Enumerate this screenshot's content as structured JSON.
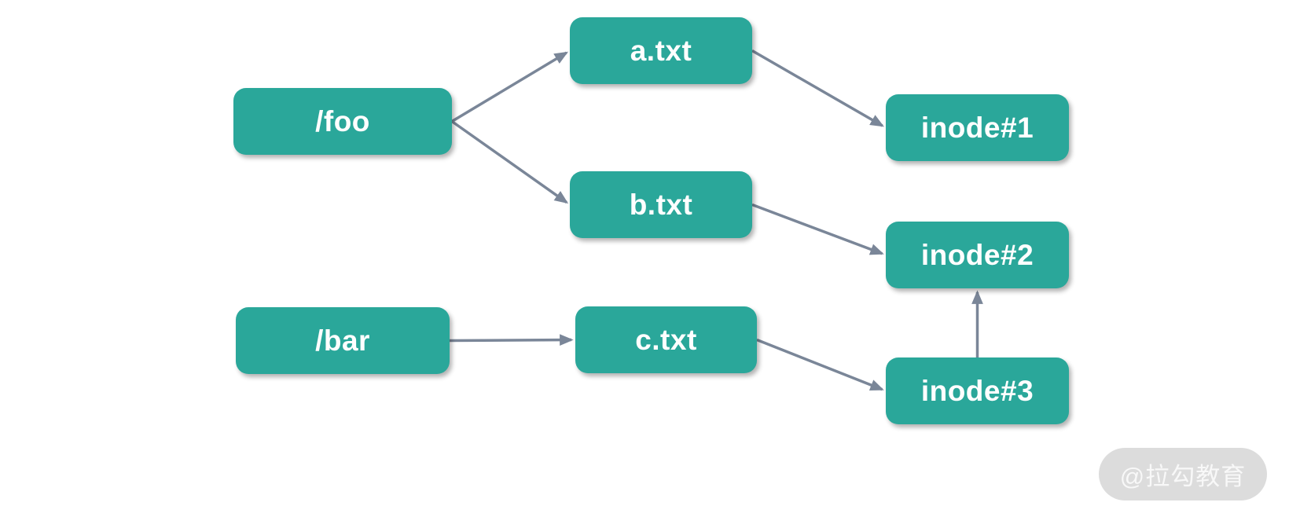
{
  "diagram": {
    "background_color": "#ffffff",
    "node_color": "#2aa79a",
    "node_text_color": "#ffffff",
    "arrow_color": "#7a8698",
    "nodes": [
      {
        "id": "foo",
        "label": "/foo"
      },
      {
        "id": "a-txt",
        "label": "a.txt"
      },
      {
        "id": "b-txt",
        "label": "b.txt"
      },
      {
        "id": "inode1",
        "label": "inode#1"
      },
      {
        "id": "inode2",
        "label": "inode#2"
      },
      {
        "id": "bar",
        "label": "/bar"
      },
      {
        "id": "c-txt",
        "label": "c.txt"
      },
      {
        "id": "inode3",
        "label": "inode#3"
      }
    ],
    "edges": [
      {
        "from": "foo",
        "to": "a-txt",
        "from_side": "right",
        "to_side": "left"
      },
      {
        "from": "foo",
        "to": "b-txt",
        "from_side": "right",
        "to_side": "left"
      },
      {
        "from": "a-txt",
        "to": "inode1",
        "from_side": "right",
        "to_side": "left"
      },
      {
        "from": "b-txt",
        "to": "inode2",
        "from_side": "right",
        "to_side": "left"
      },
      {
        "from": "bar",
        "to": "c-txt",
        "from_side": "right",
        "to_side": "left"
      },
      {
        "from": "c-txt",
        "to": "inode3",
        "from_side": "right",
        "to_side": "left"
      },
      {
        "from": "inode3",
        "to": "inode2",
        "from_side": "top",
        "to_side": "bottom"
      }
    ]
  },
  "watermark": {
    "text": "@拉勾教育",
    "pill_color": "#dcdcdc",
    "text_color": "#f8f8f8"
  }
}
